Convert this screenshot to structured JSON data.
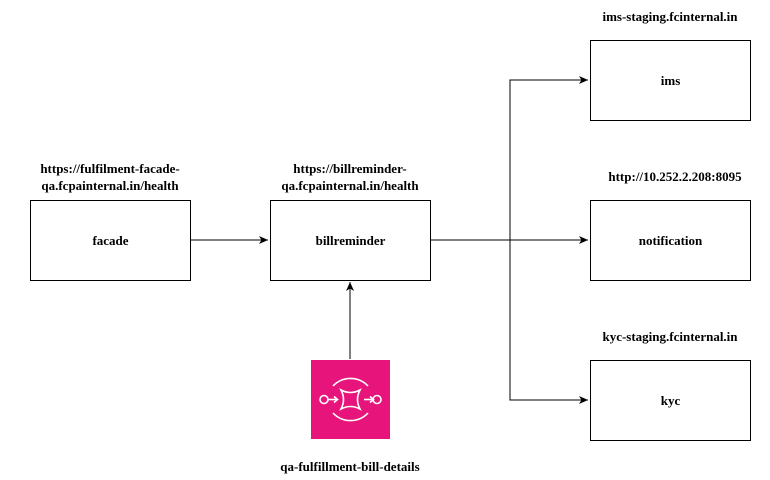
{
  "nodes": {
    "facade": {
      "label": "facade",
      "url_line1": "https://fulfilment-facade-",
      "url_line2": "qa.fcpainternal.in/health"
    },
    "billreminder": {
      "label": "billreminder",
      "url_line1": "https://billreminder-",
      "url_line2": "qa.fcpainternal.in/health"
    },
    "ims": {
      "label": "ims",
      "url": "ims-staging.fcinternal.in"
    },
    "notification": {
      "label": "notification",
      "url": "http://10.252.2.208:8095"
    },
    "kyc": {
      "label": "kyc",
      "url": "kyc-staging.fcinternal.in"
    },
    "queue": {
      "label": "qa-fulfillment-bill-details",
      "icon": "sqs-queue-icon"
    }
  },
  "colors": {
    "queue_icon": "#e7157b",
    "line": "#000000"
  }
}
